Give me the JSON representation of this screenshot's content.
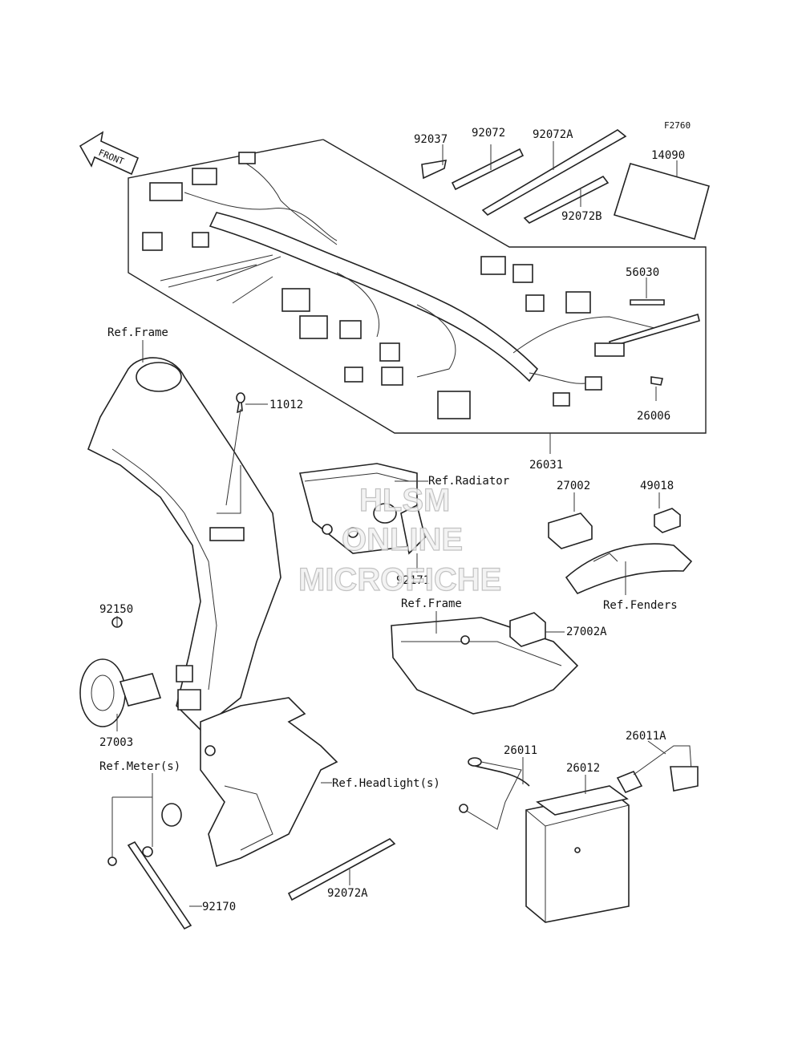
{
  "figure_code": "F2760",
  "front_arrow": "FRONT",
  "watermark": [
    "HLSM",
    "ONLINE",
    "MICROFICHE"
  ],
  "part_numbers": {
    "p92037": "92037",
    "p92072": "92072",
    "p92072A_top": "92072A",
    "p14090": "14090",
    "p92072B": "92072B",
    "p56030": "56030",
    "p26006": "26006",
    "p26031": "26031",
    "p11012": "11012",
    "p27002": "27002",
    "p49018": "49018",
    "p92171": "92171",
    "p27002A": "27002A",
    "p92150": "92150",
    "p27003": "27003",
    "p26011": "26011",
    "p26011A": "26011A",
    "p26012": "26012",
    "p92072A_bottom": "92072A",
    "p92170": "92170"
  },
  "references": {
    "frame_top": "Ref.Frame",
    "radiator": "Ref.Radiator",
    "fenders": "Ref.Fenders",
    "frame_mid": "Ref.Frame",
    "meters": "Ref.Meter(s)",
    "headlights": "Ref.Headlight(s)"
  }
}
